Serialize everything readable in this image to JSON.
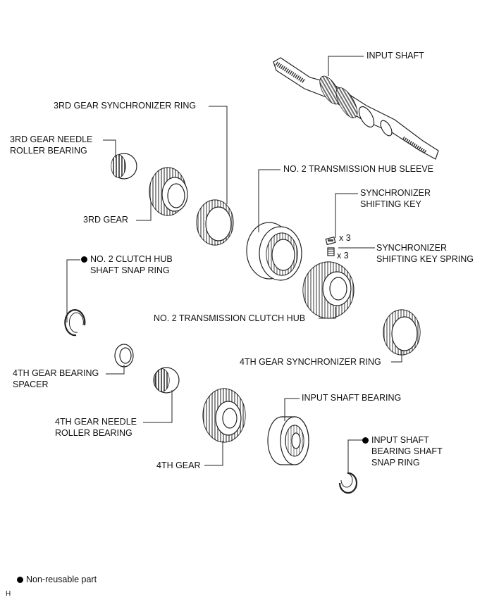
{
  "labels": {
    "input_shaft": "INPUT SHAFT",
    "third_gear_sync_ring": "3RD GEAR SYNCHRONIZER RING",
    "third_gear_needle_bearing_line1": "3RD GEAR NEEDLE",
    "third_gear_needle_bearing_line2": "ROLLER BEARING",
    "no2_hub_sleeve": "NO. 2 TRANSMISSION HUB SLEEVE",
    "sync_shifting_key_line1": "SYNCHRONIZER",
    "sync_shifting_key_line2": "SHIFTING KEY",
    "qty_key": "x 3",
    "qty_spring": "x 3",
    "sync_key_spring_line1": "SYNCHRONIZER",
    "sync_key_spring_line2": "SHIFTING KEY SPRING",
    "third_gear": "3RD GEAR",
    "no2_clutch_hub_snap_ring_line1": "NO. 2 CLUTCH HUB",
    "no2_clutch_hub_snap_ring_line2": "SHAFT SNAP RING",
    "no2_clutch_hub": "NO. 2 TRANSMISSION CLUTCH HUB",
    "fourth_gear_sync_ring": "4TH GEAR SYNCHRONIZER RING",
    "fourth_gear_bearing_spacer_line1": "4TH GEAR BEARING",
    "fourth_gear_bearing_spacer_line2": "SPACER",
    "input_shaft_bearing": "INPUT SHAFT BEARING",
    "fourth_gear_needle_bearing_line1": "4TH GEAR NEEDLE",
    "fourth_gear_needle_bearing_line2": "ROLLER BEARING",
    "input_shaft_bearing_snap_ring_line1": "INPUT SHAFT",
    "input_shaft_bearing_snap_ring_line2": "BEARING SHAFT",
    "input_shaft_bearing_snap_ring_line3": "SNAP RING",
    "fourth_gear": "4TH GEAR"
  },
  "legend": {
    "non_reusable": "Non-reusable part"
  },
  "corner_mark": "H",
  "colors": {
    "ink": "#222222",
    "background": "#ffffff"
  }
}
